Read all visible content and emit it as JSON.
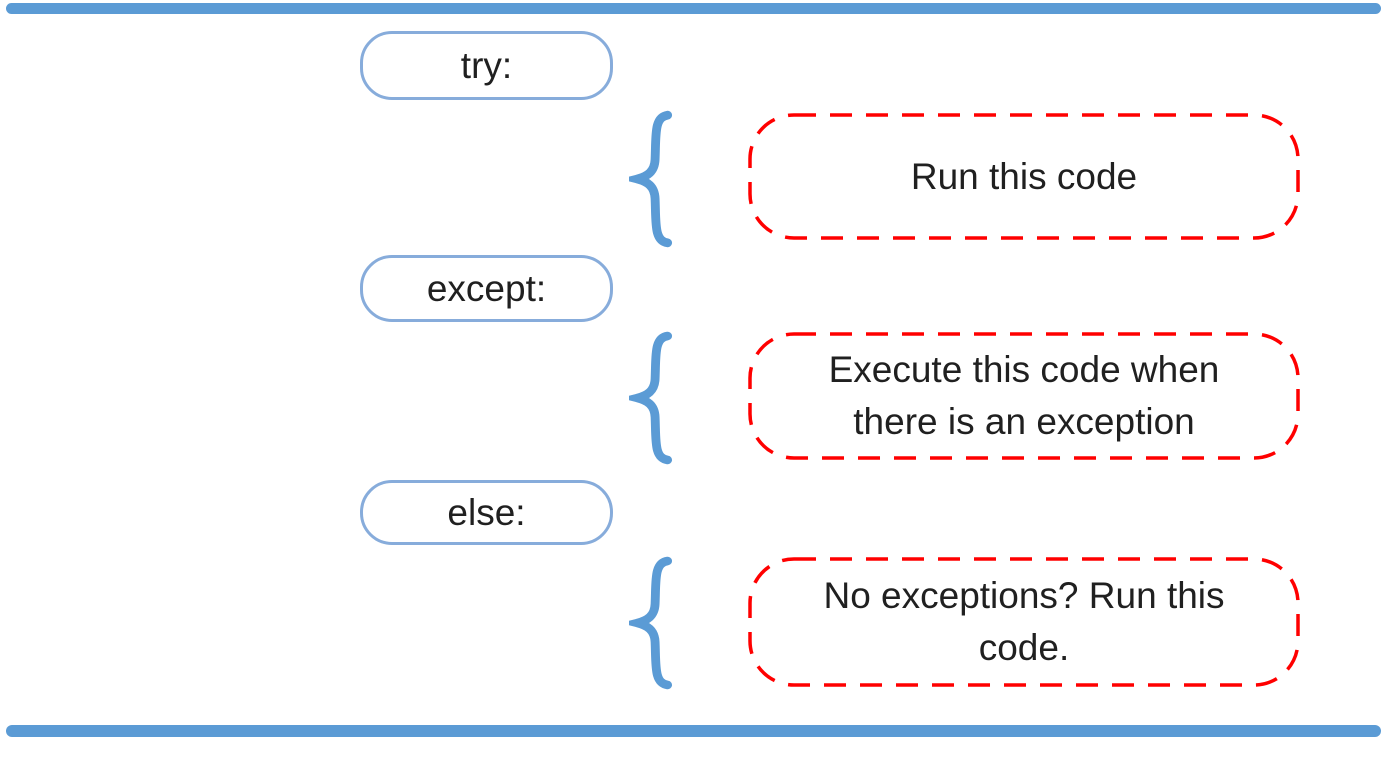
{
  "diagram": {
    "subject": "python-try-except-else-structure",
    "rows": [
      {
        "keyword": "try:",
        "description": "Run this code",
        "lines": [
          "Run this code"
        ]
      },
      {
        "keyword": "except:",
        "description": "Execute this code when there is an exception",
        "lines": [
          "Execute this code when",
          "there is an exception"
        ]
      },
      {
        "keyword": "else:",
        "description": "No exceptions? Run this code.",
        "lines": [
          "No exceptions? Run this",
          "code."
        ]
      }
    ],
    "brace_glyph": "{"
  },
  "colors": {
    "accent_blue": "#5B9BD5",
    "keyword_border_blue": "#87ACDB",
    "dashed_red": "#FF0000",
    "text_color": "#202020",
    "background": "#FFFFFF"
  }
}
